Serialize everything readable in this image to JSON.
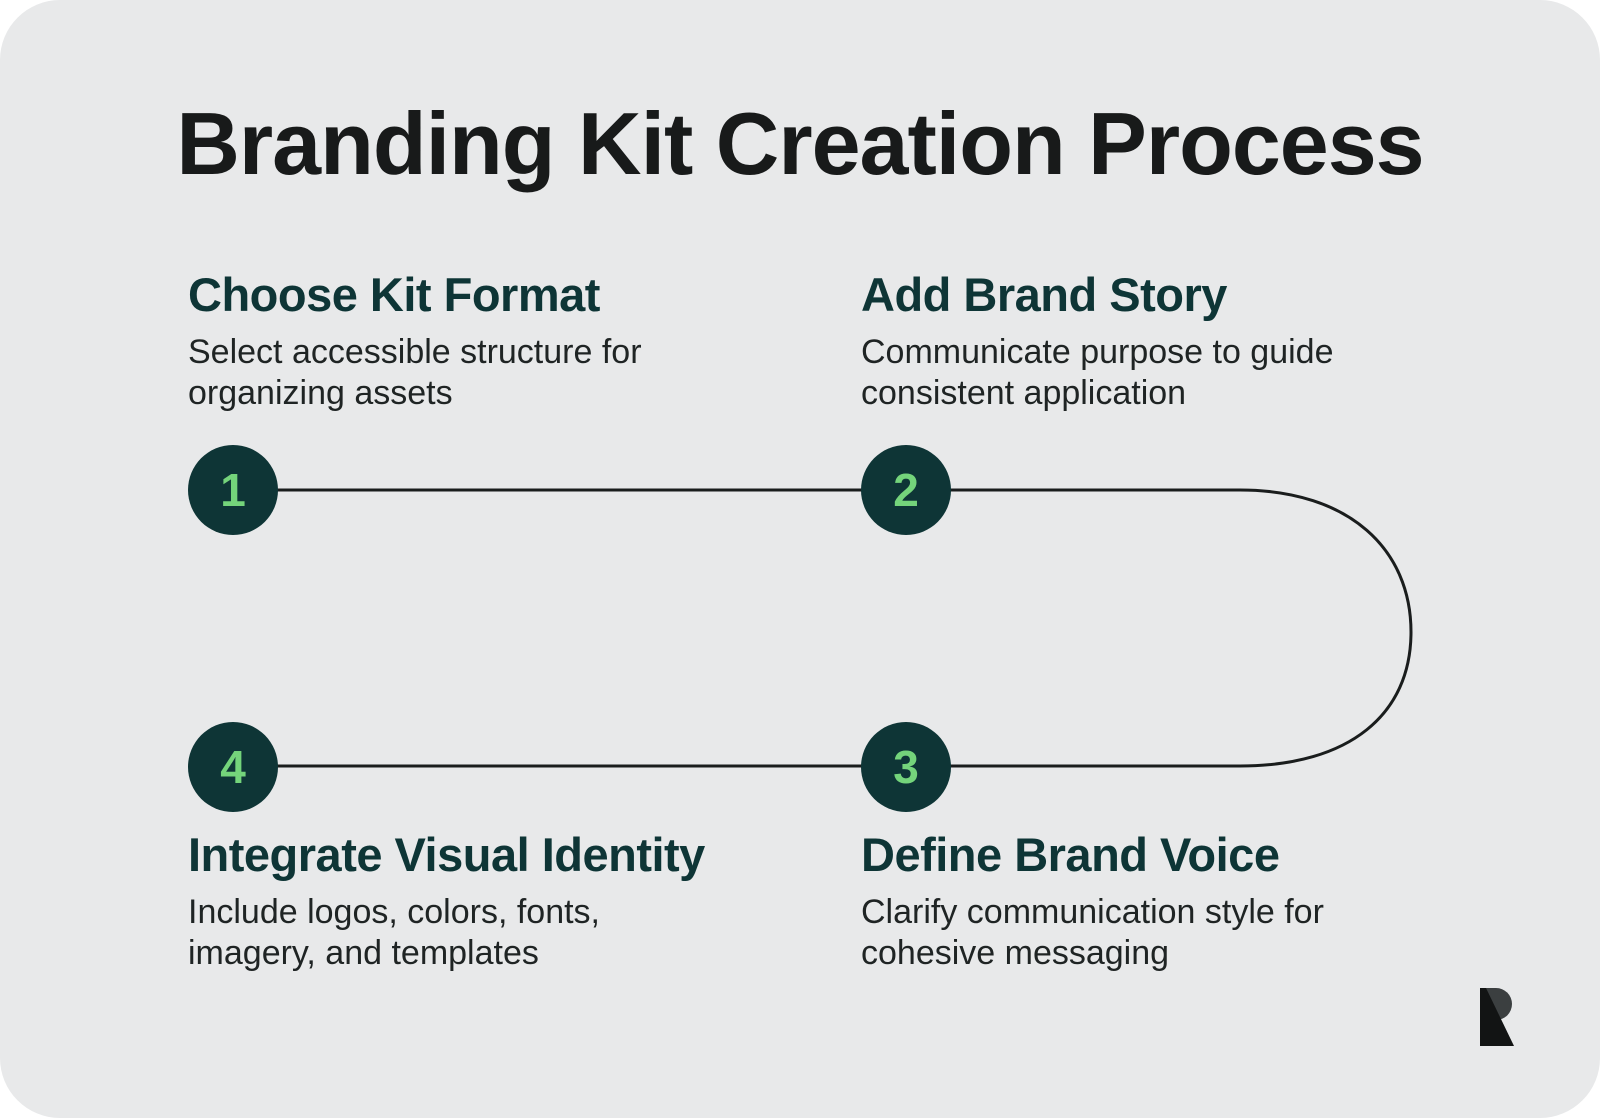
{
  "title": "Branding Kit Creation Process",
  "colors": {
    "background": "#e8e9ea",
    "title": "#181a1a",
    "heading": "#0e3536",
    "circle": "#0e3536",
    "number": "#74d47b",
    "line": "#1a1d1d"
  },
  "steps": [
    {
      "number": "1",
      "heading": "Choose Kit Format",
      "description": "Select accessible structure for organizing assets"
    },
    {
      "number": "2",
      "heading": "Add Brand Story",
      "description": "Communicate purpose to guide consistent application"
    },
    {
      "number": "3",
      "heading": "Define Brand Voice",
      "description": "Clarify communication style for cohesive messaging"
    },
    {
      "number": "4",
      "heading": "Integrate Visual Identity",
      "description": "Include logos, colors, fonts, imagery, and templates"
    }
  ],
  "logo": {
    "icon": "brand-r-logo-icon"
  }
}
